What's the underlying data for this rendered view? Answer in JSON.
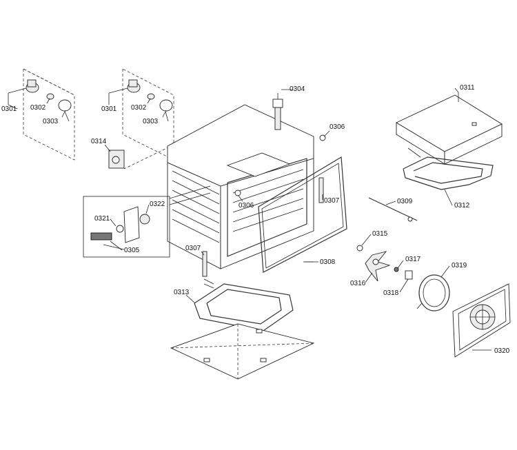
{
  "labels": {
    "p0301a": "0301",
    "p0302a": "0302",
    "p0303a": "0303",
    "p0301b": "0301",
    "p0302b": "0302",
    "p0303b": "0303",
    "p0314": "0314",
    "p0304": "0304",
    "p0306a": "0306",
    "p0306b": "0306",
    "p0307a": "0307",
    "p0307b": "0307",
    "p0308": "0308",
    "p0311": "0311",
    "p0312": "0312",
    "p0309": "0309",
    "p0315": "0315",
    "p0316": "0316",
    "p0317": "0317",
    "p0318": "0318",
    "p0319": "0319",
    "p0320": "0320",
    "p0313": "0313",
    "p0321": "0321",
    "p0322": "0322",
    "p0305": "0305"
  }
}
